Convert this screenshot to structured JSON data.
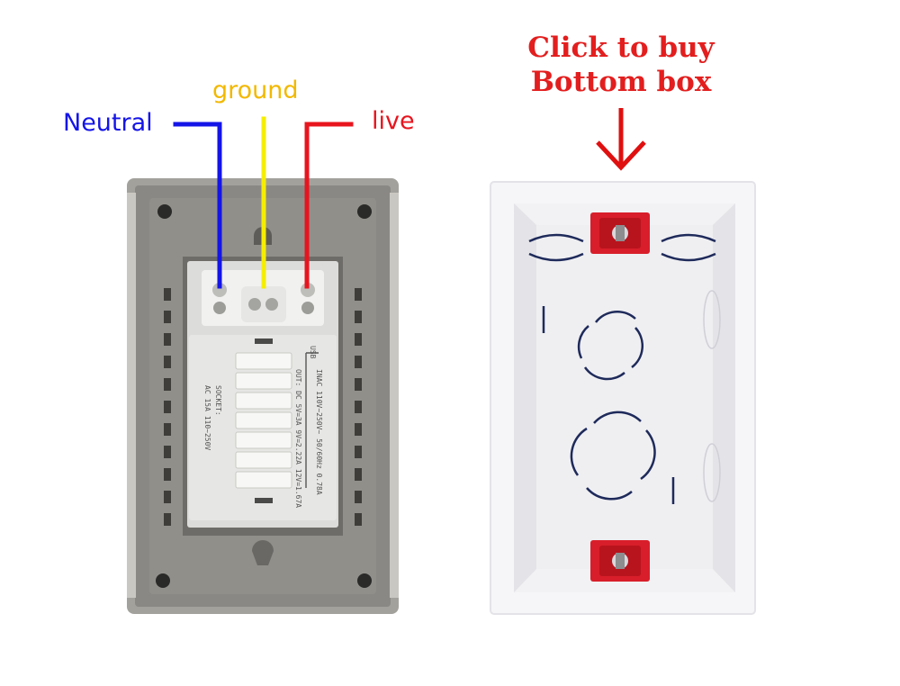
{
  "wiring_labels": {
    "neutral": "Neutral",
    "ground": "ground",
    "live": "live"
  },
  "buy_link": {
    "line1": "Click to buy",
    "line2": "Bottom box"
  },
  "socket_module": {
    "port": "USB",
    "output_spec": "INAC 110V~250V~ 50/60Hz 0.78A",
    "output_spec_2": "OUT: DC 5V=3A 9V=2.22A 12V=1.67A",
    "socket_label": "SOCKET:",
    "socket_rating": "AC 15A 110~250V"
  },
  "colors": {
    "neutral": "#1414e8",
    "ground": "#f2b800",
    "ground_wire": "#f6ee00",
    "live": "#e8141e",
    "buy": "#e31e1e",
    "arrow": "#e01010"
  },
  "icons": {
    "down_arrow": "arrow-down-icon",
    "screw": "screw-icon"
  }
}
